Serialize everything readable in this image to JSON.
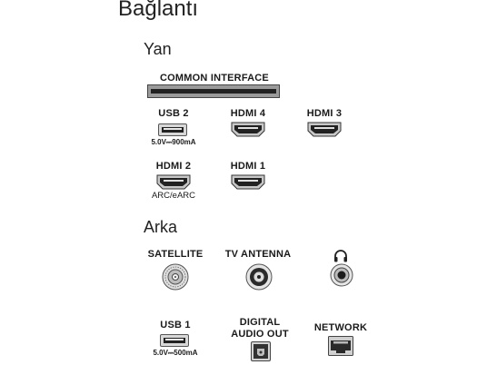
{
  "title": "Bağlantı",
  "side": {
    "heading": "Yan",
    "common_interface": "COMMON INTERFACE",
    "ports": {
      "usb2": {
        "label": "USB 2",
        "spec": "5.0V⎓900mA"
      },
      "hdmi4": {
        "label": "HDMI 4"
      },
      "hdmi3": {
        "label": "HDMI 3"
      },
      "hdmi2": {
        "label": "HDMI 2",
        "note": "ARC/eARC"
      },
      "hdmi1": {
        "label": "HDMI 1"
      }
    }
  },
  "back": {
    "heading": "Arka",
    "ports": {
      "satellite": {
        "label": "SATELLITE"
      },
      "tv_antenna": {
        "label": "TV ANTENNA"
      },
      "headphone": {
        "icon": "headphones-icon"
      },
      "usb1": {
        "label": "USB 1",
        "spec": "5.0V⎓500mA"
      },
      "digital_audio_out": {
        "line1": "DIGITAL",
        "line2": "AUDIO OUT"
      },
      "network": {
        "label": "NETWORK"
      }
    }
  },
  "colors": {
    "port_dark": "#222222",
    "port_grey": "#9a9a9a",
    "port_light": "#d8d8d8"
  }
}
